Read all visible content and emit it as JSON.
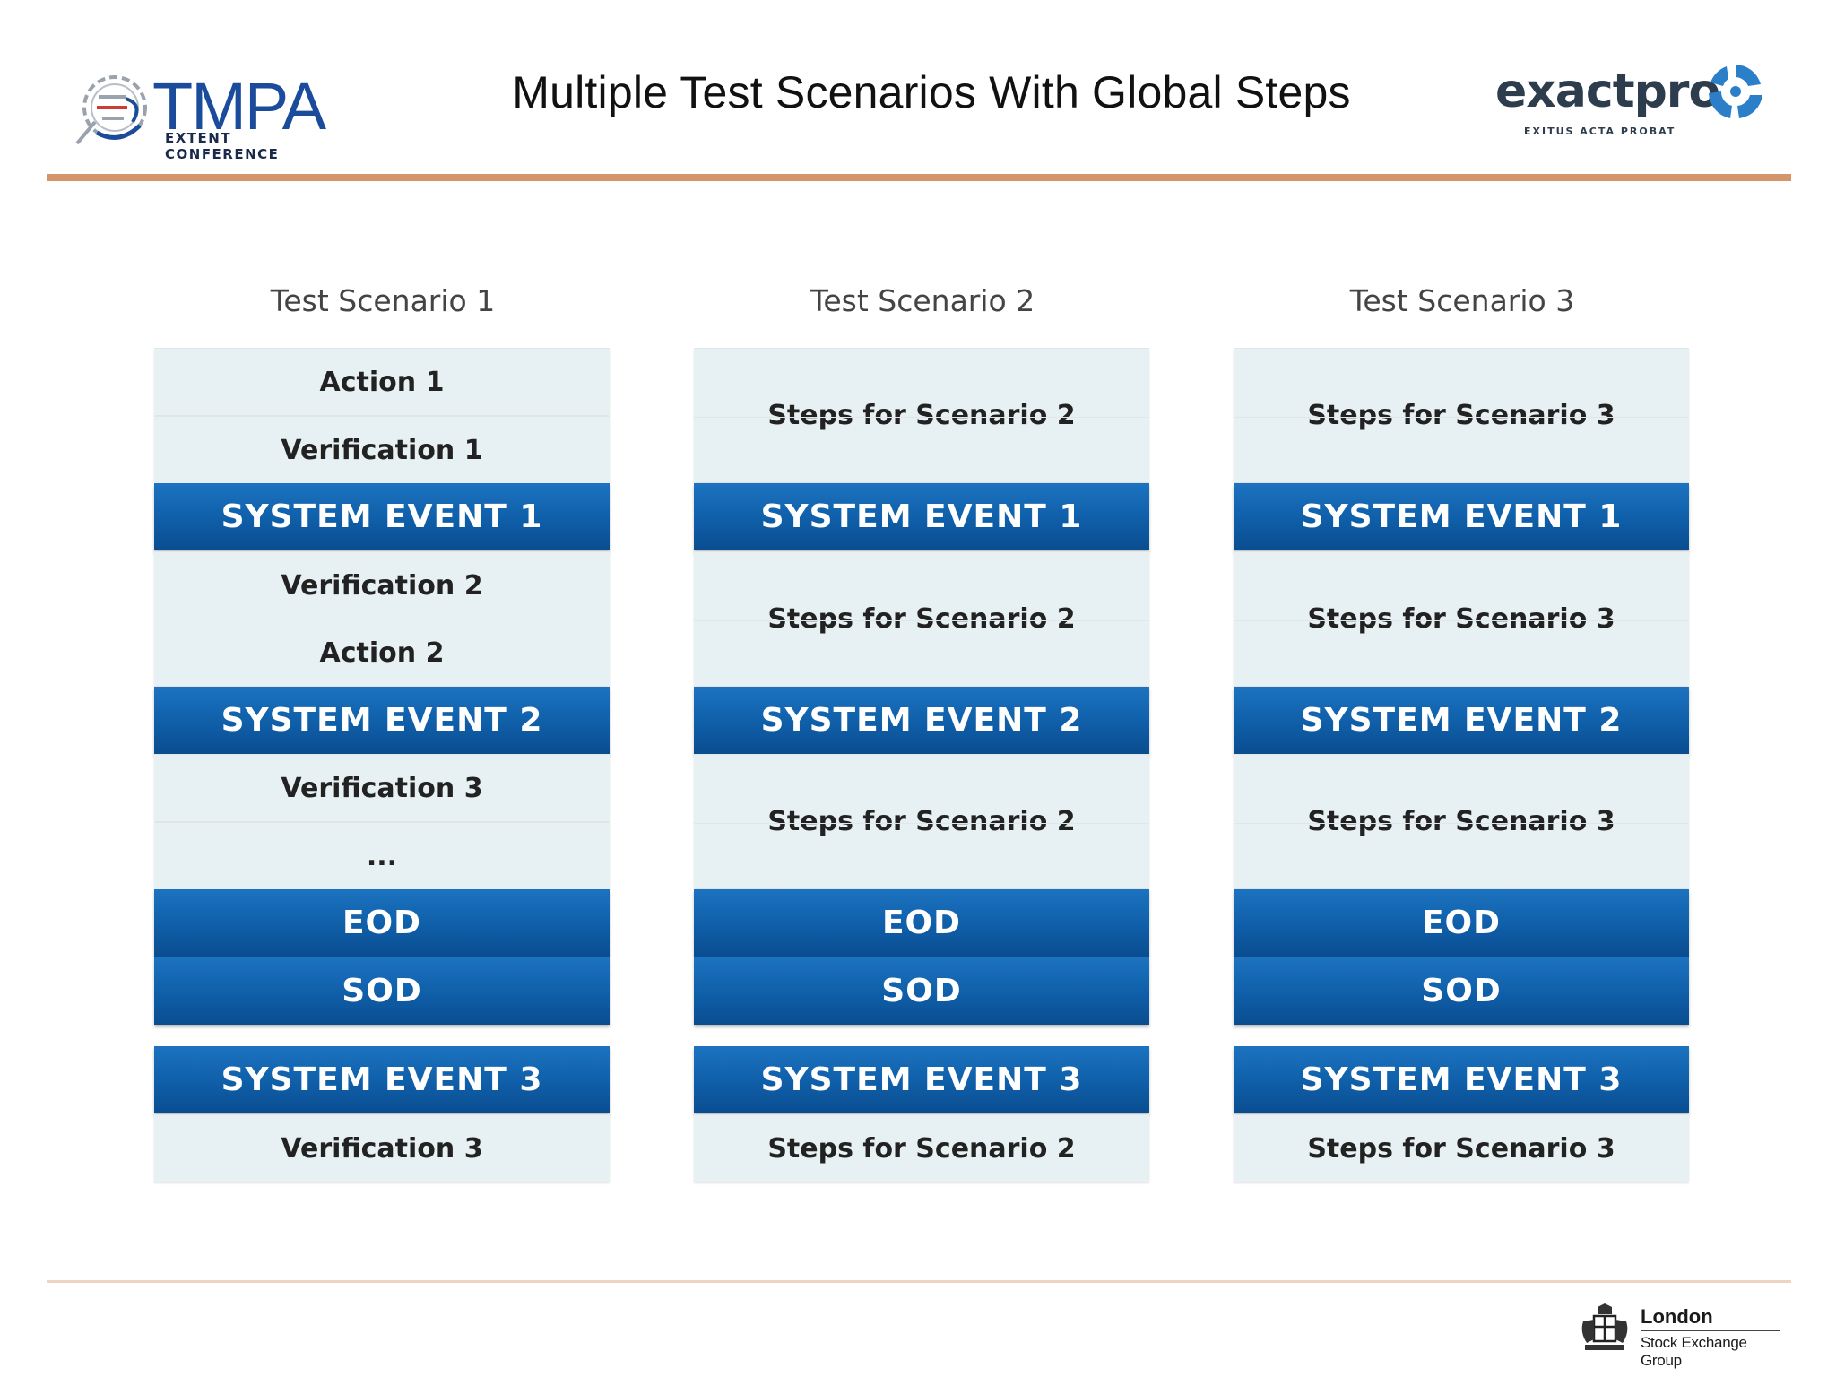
{
  "header": {
    "title": "Multiple Test Scenarios With Global Steps",
    "tmpa_logo": {
      "word": "TMPA",
      "subtitle": "EXTENT CONFERENCE"
    },
    "exactpro_logo": {
      "word": "exactpro",
      "tagline": "EXITUS ACTA PROBAT"
    }
  },
  "footer": {
    "lseg_logo": {
      "name": "London",
      "subtitle": "Stock Exchange Group"
    }
  },
  "colors": {
    "rule": "#d4956a",
    "event_blue": "#0f5ea8",
    "step_bg": "#e7f0f3"
  },
  "scenarios": [
    {
      "header": "Test Scenario 1",
      "cells": [
        {
          "label": "Action 1",
          "type": "step"
        },
        {
          "label": "Verification 1",
          "type": "step"
        },
        {
          "label": "SYSTEM EVENT 1",
          "type": "event"
        },
        {
          "label": "Verification 2",
          "type": "step"
        },
        {
          "label": "Action 2",
          "type": "step"
        },
        {
          "label": "SYSTEM EVENT 2",
          "type": "event"
        },
        {
          "label": "Verification 3",
          "type": "step"
        },
        {
          "label": "...",
          "type": "step"
        },
        {
          "label": "EOD",
          "type": "event"
        },
        {
          "label": "SOD",
          "type": "event"
        },
        {
          "label": "SYSTEM EVENT 3",
          "type": "event"
        },
        {
          "label": "Verification 3",
          "type": "step"
        }
      ]
    },
    {
      "header": "Test Scenario 2",
      "cells": [
        {
          "label": "Steps for Scenario 2",
          "type": "step"
        },
        {
          "label": "SYSTEM EVENT 1",
          "type": "event"
        },
        {
          "label": "Steps for Scenario 2",
          "type": "step"
        },
        {
          "label": "SYSTEM EVENT 2",
          "type": "event"
        },
        {
          "label": "Steps for Scenario 2",
          "type": "step"
        },
        {
          "label": "EOD",
          "type": "event"
        },
        {
          "label": "SOD",
          "type": "event"
        },
        {
          "label": "SYSTEM EVENT 3",
          "type": "event"
        },
        {
          "label": "Steps for Scenario 2",
          "type": "step"
        }
      ]
    },
    {
      "header": "Test Scenario 3",
      "cells": [
        {
          "label": "Steps for Scenario 3",
          "type": "step"
        },
        {
          "label": "SYSTEM EVENT 1",
          "type": "event"
        },
        {
          "label": "Steps for Scenario 3",
          "type": "step"
        },
        {
          "label": "SYSTEM EVENT 2",
          "type": "event"
        },
        {
          "label": "Steps for Scenario 3",
          "type": "step"
        },
        {
          "label": "EOD",
          "type": "event"
        },
        {
          "label": "SOD",
          "type": "event"
        },
        {
          "label": "SYSTEM EVENT 3",
          "type": "event"
        },
        {
          "label": "Steps for Scenario 3",
          "type": "step"
        }
      ]
    }
  ]
}
